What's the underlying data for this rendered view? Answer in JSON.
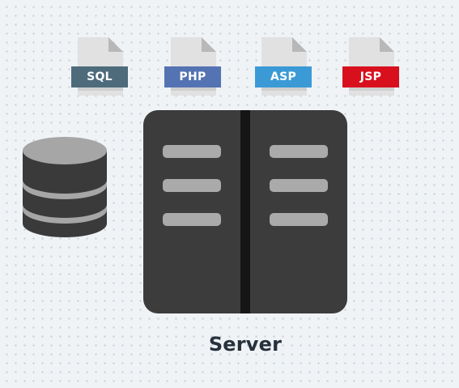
{
  "files": [
    {
      "id": "sql",
      "label": "SQL",
      "color": "#4e6b7c"
    },
    {
      "id": "php",
      "label": "PHP",
      "color": "#5473b3"
    },
    {
      "id": "asp",
      "label": "ASP",
      "color": "#3b9ad6"
    },
    {
      "id": "jsp",
      "label": "JSP",
      "color": "#d8101e"
    }
  ],
  "colors": {
    "server_body": "#3c3c3c",
    "server_divider": "#151515",
    "slot": "#aaaaaa",
    "database_body": "#3a3a3a",
    "database_top": "#a6a6a6",
    "file_page": "#e1e1e1",
    "file_fold": "#b8b8b8",
    "label_text": "#27313c"
  },
  "server": {
    "label": "Server"
  }
}
